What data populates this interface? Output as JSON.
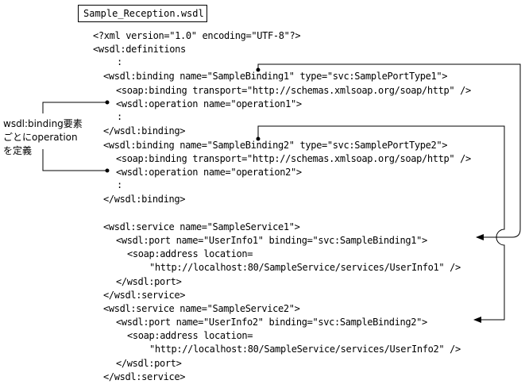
{
  "title": "Sample_Reception.wsdl",
  "lines": [
    "<?xml version=\"1.0\" encoding=\"UTF-8\"?>",
    "<wsdl:definitions",
    ":",
    "<wsdl:binding name=\"SampleBinding1\" type=\"svc:SamplePortType1\">",
    "<soap:binding transport=\"http://schemas.xmlsoap.org/soap/http\" />",
    "<wsdl:operation name=\"operation1\">",
    ":",
    "</wsdl:binding>",
    "<wsdl:binding name=\"SampleBinding2\" type=\"svc:SamplePortType2\">",
    "<soap:binding transport=\"http://schemas.xmlsoap.org/soap/http\" />",
    "<wsdl:operation name=\"operation2\">",
    ":",
    "</wsdl:binding>",
    "<wsdl:service name=\"SampleService1\">",
    "<wsdl:port name=\"UserInfo1\" binding=\"svc:SampleBinding1\">",
    "<soap:address location=",
    "\"http://localhost:80/SampleService/services/UserInfo1\" />",
    "</wsdl:port>",
    "</wsdl:service>",
    "<wsdl:service name=\"SampleService2\">",
    "<wsdl:port name=\"UserInfo2\" binding=\"svc:SampleBinding2\">",
    "<soap:address location=",
    "\"http://localhost:80/SampleService/services/UserInfo2\" />",
    "</wsdl:port>",
    "</wsdl:service>"
  ],
  "annotation": [
    "wsdl:binding要素",
    "ごとにoperation",
    "を定義"
  ]
}
